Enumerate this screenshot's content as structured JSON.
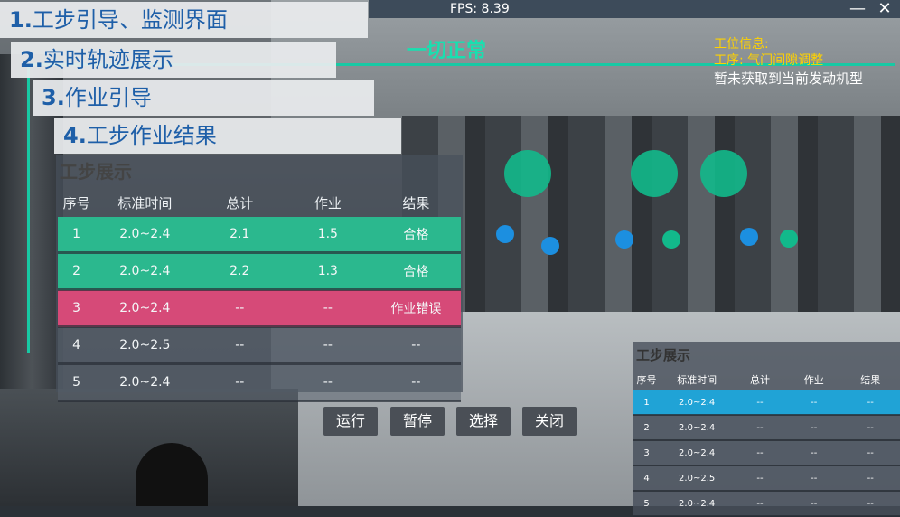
{
  "window": {
    "fps_label": "FPS: 8.39",
    "minimize_glyph": "—",
    "close_glyph": "✕"
  },
  "banners": [
    {
      "num": "1.",
      "text": "工步引导、监测界面"
    },
    {
      "num": "2.",
      "text": "实时轨迹展示"
    },
    {
      "num": "3.",
      "text": "作业引导"
    },
    {
      "num": "4.",
      "text": "工步作业结果"
    }
  ],
  "status_text": "一切正常",
  "station": {
    "info_label": "工位信息:",
    "process_label": "工序: 气门间隙调整",
    "notice": "暂未获取到当前发动机型"
  },
  "main_panel": {
    "title": "工步展示",
    "headers": [
      "序号",
      "标准时间",
      "总计",
      "作业",
      "结果"
    ],
    "rows": [
      {
        "no": "1",
        "std": "2.0~2.4",
        "total": "2.1",
        "work": "1.5",
        "result": "合格",
        "state": "pass"
      },
      {
        "no": "2",
        "std": "2.0~2.4",
        "total": "2.2",
        "work": "1.3",
        "result": "合格",
        "state": "pass"
      },
      {
        "no": "3",
        "std": "2.0~2.4",
        "total": "--",
        "work": "--",
        "result": "作业错误",
        "state": "fail"
      },
      {
        "no": "4",
        "std": "2.0~2.5",
        "total": "--",
        "work": "--",
        "result": "--",
        "state": "none"
      },
      {
        "no": "5",
        "std": "2.0~2.4",
        "total": "--",
        "work": "--",
        "result": "--",
        "state": "none"
      }
    ]
  },
  "controls": {
    "run": "运行",
    "pause": "暂停",
    "select": "选择",
    "close": "关闭"
  },
  "mini_panel": {
    "title": "工步展示",
    "headers": [
      "序号",
      "标准时间",
      "总计",
      "作业",
      "结果"
    ],
    "rows": [
      {
        "no": "1",
        "std": "2.0~2.4",
        "total": "--",
        "work": "--",
        "result": "--",
        "state": "active"
      },
      {
        "no": "2",
        "std": "2.0~2.4",
        "total": "--",
        "work": "--",
        "result": "--",
        "state": "idle"
      },
      {
        "no": "3",
        "std": "2.0~2.4",
        "total": "--",
        "work": "--",
        "result": "--",
        "state": "idle"
      },
      {
        "no": "4",
        "std": "2.0~2.5",
        "total": "--",
        "work": "--",
        "result": "--",
        "state": "idle"
      },
      {
        "no": "5",
        "std": "2.0~2.4",
        "total": "--",
        "work": "--",
        "result": "--",
        "state": "idle"
      }
    ]
  },
  "colors": {
    "pass": "#2bb88e",
    "fail": "#d64a78",
    "active": "#20a3d6",
    "marker_green": "#12b98b",
    "marker_blue": "#1c8fe0",
    "station_text": "#ffd200",
    "banner_text": "#1e5fa8"
  }
}
